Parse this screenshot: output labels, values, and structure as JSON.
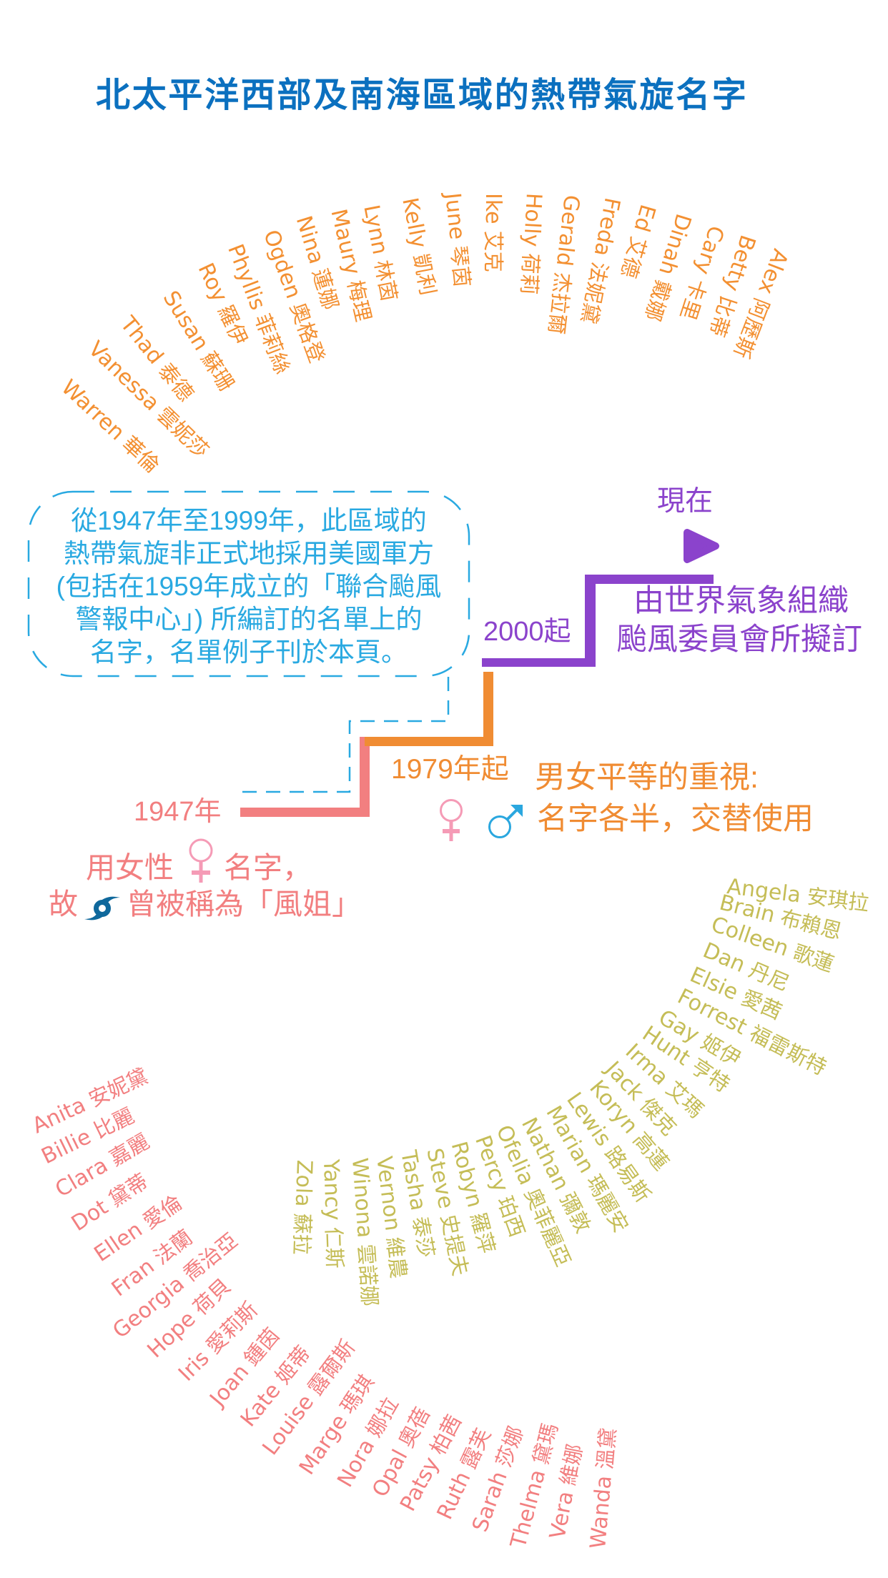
{
  "title": "北太平洋西部及南海區域的熱帶氣旋名字",
  "colors": {
    "title": "#0b70bf",
    "info": "#29a9e1",
    "era_1947": "#f27f80",
    "era_1979": "#f08c33",
    "era_2000": "#8b43cc",
    "female_sign": "#f59bb6",
    "male_sign": "#2aa7df",
    "cyclone": "#0f689c"
  },
  "info_box": {
    "lines": [
      "從1947年至1999年，此區域的",
      "熱帶氣旋非正式地採用美國軍方",
      "(包括在1959年成立的「聯合颱風",
      "警報中心」) 所編訂的名單上的",
      "名字，名單例子刊於本頁。"
    ]
  },
  "timeline": {
    "start_1947": {
      "year_label": "1947年",
      "note_part1": "用女性",
      "note_part2": "名字，",
      "note_part3": "故",
      "note_part4": "曾被稱為「風姐」"
    },
    "from_1979": {
      "year_label": "1979年起",
      "heading": "男女平等的重視:",
      "detail": "名字各半，交替使用"
    },
    "from_2000": {
      "year_label": "2000起",
      "line1": "由世界氣象組織",
      "line2": "颱風委員會所擬訂"
    },
    "now": {
      "label": "現在"
    }
  },
  "icons": {
    "female": "female-sign",
    "male": "male-sign",
    "cyclone": "tropical-cyclone-symbol",
    "now_marker": "play-triangle"
  },
  "name_lists": {
    "upper_arc": {
      "color": "#f39032",
      "names": [
        {
          "en": "Alex",
          "zh": "阿歷斯"
        },
        {
          "en": "Betty",
          "zh": "比蒂"
        },
        {
          "en": "Cary",
          "zh": "卡里"
        },
        {
          "en": "Dinah",
          "zh": "戴娜"
        },
        {
          "en": "Ed",
          "zh": "艾德"
        },
        {
          "en": "Freda",
          "zh": "法妮黛"
        },
        {
          "en": "Gerald",
          "zh": "杰拉爾"
        },
        {
          "en": "Holly",
          "zh": "荷莉"
        },
        {
          "en": "Ike",
          "zh": "艾克"
        },
        {
          "en": "June",
          "zh": "琴茵"
        },
        {
          "en": "Kelly",
          "zh": "凱利"
        },
        {
          "en": "Lynn",
          "zh": "林茵"
        },
        {
          "en": "Maury",
          "zh": "梅理"
        },
        {
          "en": "Nina",
          "zh": "蓮娜"
        },
        {
          "en": "Ogden",
          "zh": "奧格登"
        },
        {
          "en": "Phyllis",
          "zh": "菲莉絲"
        },
        {
          "en": "Roy",
          "zh": "羅伊"
        },
        {
          "en": "Susan",
          "zh": "蘇珊"
        },
        {
          "en": "Thad",
          "zh": "泰德"
        },
        {
          "en": "Vanessa",
          "zh": "雲妮莎"
        },
        {
          "en": "Warren",
          "zh": "華倫"
        }
      ]
    },
    "lower_right_arc": {
      "color": "#c5bd57",
      "names": [
        {
          "en": "Angela",
          "zh": "安琪拉"
        },
        {
          "en": "Brain",
          "zh": "布賴恩"
        },
        {
          "en": "Colleen",
          "zh": "歌蓮"
        },
        {
          "en": "Dan",
          "zh": "丹尼"
        },
        {
          "en": "Elsie",
          "zh": "愛茜"
        },
        {
          "en": "Forrest",
          "zh": "福雷斯特"
        },
        {
          "en": "Gay",
          "zh": "姬伊"
        },
        {
          "en": "Hunt",
          "zh": "亨特"
        },
        {
          "en": "Irma",
          "zh": "艾瑪"
        },
        {
          "en": "Jack",
          "zh": "傑克"
        },
        {
          "en": "Koryn",
          "zh": "高蓮"
        },
        {
          "en": "Lewis",
          "zh": "路易斯"
        },
        {
          "en": "Marian",
          "zh": "瑪麗安"
        },
        {
          "en": "Nathan",
          "zh": "彌敦"
        },
        {
          "en": "Ofelia",
          "zh": "奧菲麗亞"
        },
        {
          "en": "Percy",
          "zh": "珀西"
        },
        {
          "en": "Robyn",
          "zh": "羅萍"
        },
        {
          "en": "Steve",
          "zh": "史提夫"
        },
        {
          "en": "Tasha",
          "zh": "泰莎"
        },
        {
          "en": "Vernon",
          "zh": "維農"
        },
        {
          "en": "Winona",
          "zh": "雲諾娜"
        },
        {
          "en": "Yancy",
          "zh": "仁斯"
        },
        {
          "en": "Zola",
          "zh": "蘇拉"
        }
      ]
    },
    "lower_left_arc": {
      "color": "#f27f80",
      "names": [
        {
          "en": "Anita",
          "zh": "安妮黛"
        },
        {
          "en": "Billie",
          "zh": "比麗"
        },
        {
          "en": "Clara",
          "zh": "嘉麗"
        },
        {
          "en": "Dot",
          "zh": "黛蒂"
        },
        {
          "en": "Ellen",
          "zh": "愛倫"
        },
        {
          "en": "Fran",
          "zh": "法蘭"
        },
        {
          "en": "Georgia",
          "zh": "喬治亞"
        },
        {
          "en": "Hope",
          "zh": "荷貝"
        },
        {
          "en": "Iris",
          "zh": "愛莉斯"
        },
        {
          "en": "Joan",
          "zh": "鍾茵"
        },
        {
          "en": "Kate",
          "zh": "姬蒂"
        },
        {
          "en": "Louise",
          "zh": "露爾斯"
        },
        {
          "en": "Marge",
          "zh": "瑪琪"
        },
        {
          "en": "Nora",
          "zh": "娜拉"
        },
        {
          "en": "Opal",
          "zh": "奧蓓"
        },
        {
          "en": "Patsy",
          "zh": "柏茜"
        },
        {
          "en": "Ruth",
          "zh": "露芙"
        },
        {
          "en": "Sarah",
          "zh": "莎娜"
        },
        {
          "en": "Thelma",
          "zh": "黛瑪"
        },
        {
          "en": "Vera",
          "zh": "維娜"
        },
        {
          "en": "Wanda",
          "zh": "溫黛"
        }
      ]
    }
  }
}
